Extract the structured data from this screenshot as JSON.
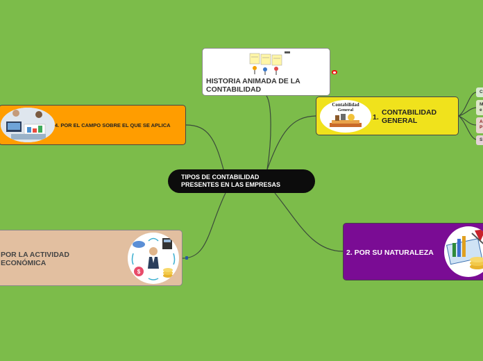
{
  "central": {
    "line1": "TIPOS DE CONTABILIDAD",
    "line2": "PRESENTES EN LAS EMPRESAS"
  },
  "historia": {
    "line1": "HISTORIA ANIMADA DE LA",
    "line2": "CONTABILIDAD"
  },
  "contabilidad_general": {
    "number": "1.",
    "line1": "CONTABILIDAD",
    "line2": "GENERAL",
    "book_title_1": "Contabilidad",
    "book_title_2": "General"
  },
  "campo": {
    "label": "4. POR EL CAMPO SOBRE EL QUE SE APLICA"
  },
  "naturaleza": {
    "label": "2. POR SU NATURALEZA"
  },
  "actividad": {
    "line1": "POR LA ACTIVIDAD",
    "line2": "ECONÓMICA"
  },
  "subtopics": [
    {
      "line1": "C",
      "line2": "",
      "color": "#d9ead3"
    },
    {
      "line1": "M",
      "line2": "e",
      "color": "#dde7c8"
    },
    {
      "line1": "A",
      "line2": "P",
      "color": "#e8d6d0"
    },
    {
      "line1": "S",
      "line2": "",
      "color": "#e6d2d8"
    }
  ],
  "colors": {
    "background": "#7cbc4a",
    "central": "#0c0c0c",
    "contabilidad_general": "#f0e21c",
    "campo": "#ff9d00",
    "naturaleza": "#7a0c94",
    "actividad": "#e2bfa0",
    "links": "#3a4a3a"
  }
}
